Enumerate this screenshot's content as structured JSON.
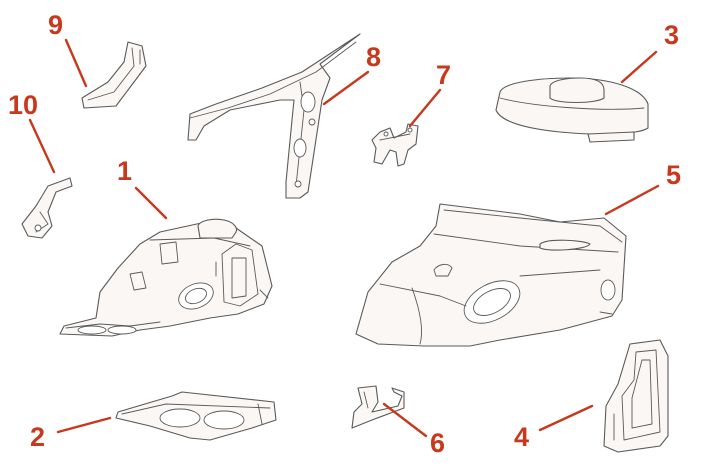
{
  "accent_color": "#c8381c",
  "parts": [
    {
      "id": "1",
      "number": "1"
    },
    {
      "id": "2",
      "number": "2"
    },
    {
      "id": "3",
      "number": "3"
    },
    {
      "id": "4",
      "number": "4"
    },
    {
      "id": "5",
      "number": "5"
    },
    {
      "id": "6",
      "number": "6"
    },
    {
      "id": "7",
      "number": "7"
    },
    {
      "id": "8",
      "number": "8"
    },
    {
      "id": "9",
      "number": "9"
    },
    {
      "id": "10",
      "number": "10"
    }
  ]
}
